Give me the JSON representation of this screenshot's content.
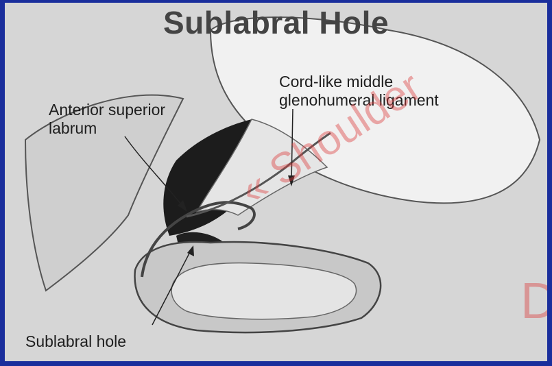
{
  "title": "Sublabral Hole",
  "labels": {
    "ligament_line1": "Cord-like middle",
    "ligament_line2": "glenohumeral ligament",
    "labrum_line1": "Anterior superior",
    "labrum_line2": "labrum",
    "hole": "Sublabral hole"
  },
  "watermark": {
    "primary": "« Shoulder",
    "secondary": "D"
  },
  "colors": {
    "border": "#1a2e9c",
    "background": "#d6d6d6",
    "watermark": "#dc3c3c"
  }
}
